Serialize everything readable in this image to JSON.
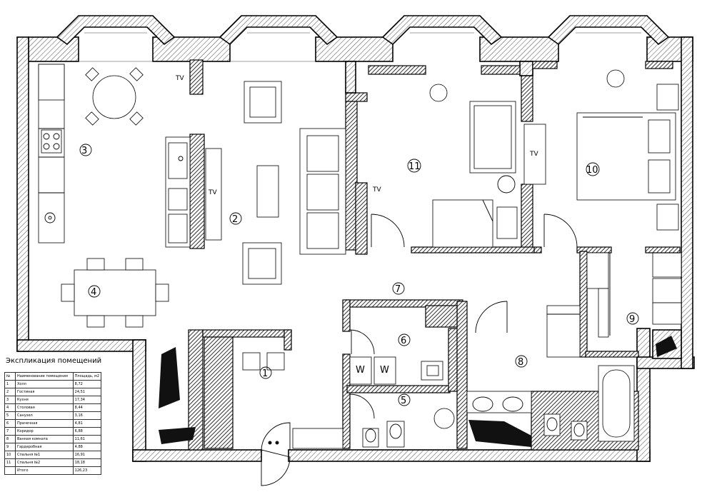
{
  "legend": {
    "title": "Экспликация помещений",
    "header": {
      "no": "№",
      "name": "Наименование помещения",
      "area": "Площадь, м2"
    },
    "rows": [
      {
        "no": "1",
        "name": "Холл",
        "area": "8,72"
      },
      {
        "no": "2",
        "name": "Гостиная",
        "area": "24,51"
      },
      {
        "no": "3",
        "name": "Кухня",
        "area": "17,34"
      },
      {
        "no": "4",
        "name": "Столовая",
        "area": "8,44"
      },
      {
        "no": "5",
        "name": "Санузел",
        "area": "3,16"
      },
      {
        "no": "6",
        "name": "Прачечная",
        "area": "4,81"
      },
      {
        "no": "7",
        "name": "Коридор",
        "area": "6,88"
      },
      {
        "no": "8",
        "name": "Ванная комната",
        "area": "11,61"
      },
      {
        "no": "9",
        "name": "Гардеробная",
        "area": "4,88"
      },
      {
        "no": "10",
        "name": "Спальня №1",
        "area": "16,91"
      },
      {
        "no": "11",
        "name": "Спальня №2",
        "area": "18,18"
      }
    ],
    "total": {
      "name": "Итого",
      "area": "126,23"
    }
  },
  "rooms": [
    "1",
    "2",
    "3",
    "4",
    "5",
    "6",
    "7",
    "8",
    "9",
    "10",
    "11"
  ],
  "tv_label": "TV",
  "washer_label": "W"
}
